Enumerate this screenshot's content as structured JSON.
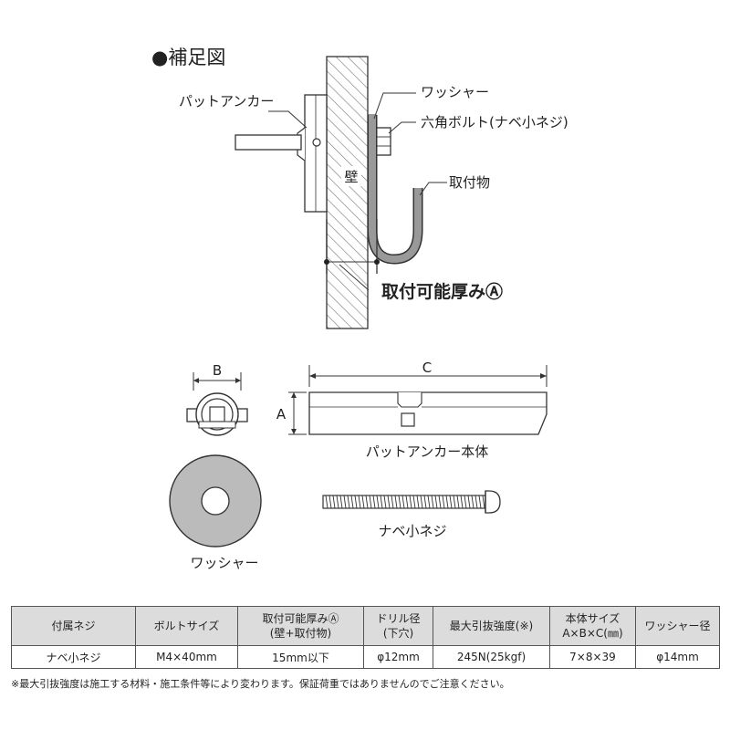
{
  "diagram": {
    "title": "●補足図",
    "labels": {
      "anchor": "パットアンカー",
      "washer": "ワッシャー",
      "bolt": "六角ボルト(ナベ小ネジ)",
      "mount": "取付物",
      "wall": "壁",
      "thickness": "取付可能厚みⒶ"
    },
    "parts": {
      "dim_b": "B",
      "dim_a": "A",
      "dim_c": "C",
      "anchor_body": "パットアンカー本体",
      "screw": "ナベ小ネジ",
      "washer": "ワッシャー"
    }
  },
  "table": {
    "headers": [
      {
        "line1": "付属ネジ",
        "line2": ""
      },
      {
        "line1": "ボルトサイズ",
        "line2": ""
      },
      {
        "line1": "取付可能厚みⒶ",
        "line2": "(壁+取付物)"
      },
      {
        "line1": "ドリル径",
        "line2": "(下穴)"
      },
      {
        "line1": "最大引抜強度(※)",
        "line2": ""
      },
      {
        "line1": "本体サイズ",
        "line2": "A×B×C(㎜)"
      },
      {
        "line1": "ワッシャー径",
        "line2": ""
      }
    ],
    "row": [
      "ナベ小ネジ",
      "M4×40mm",
      "15mm以下",
      "φ12mm",
      "245N(25kgf)",
      "7×8×39",
      "φ14mm"
    ]
  },
  "note": "※最大引抜強度は施工する材料・施工条件等により変わります。保証荷重ではありませんのでご注意ください。"
}
